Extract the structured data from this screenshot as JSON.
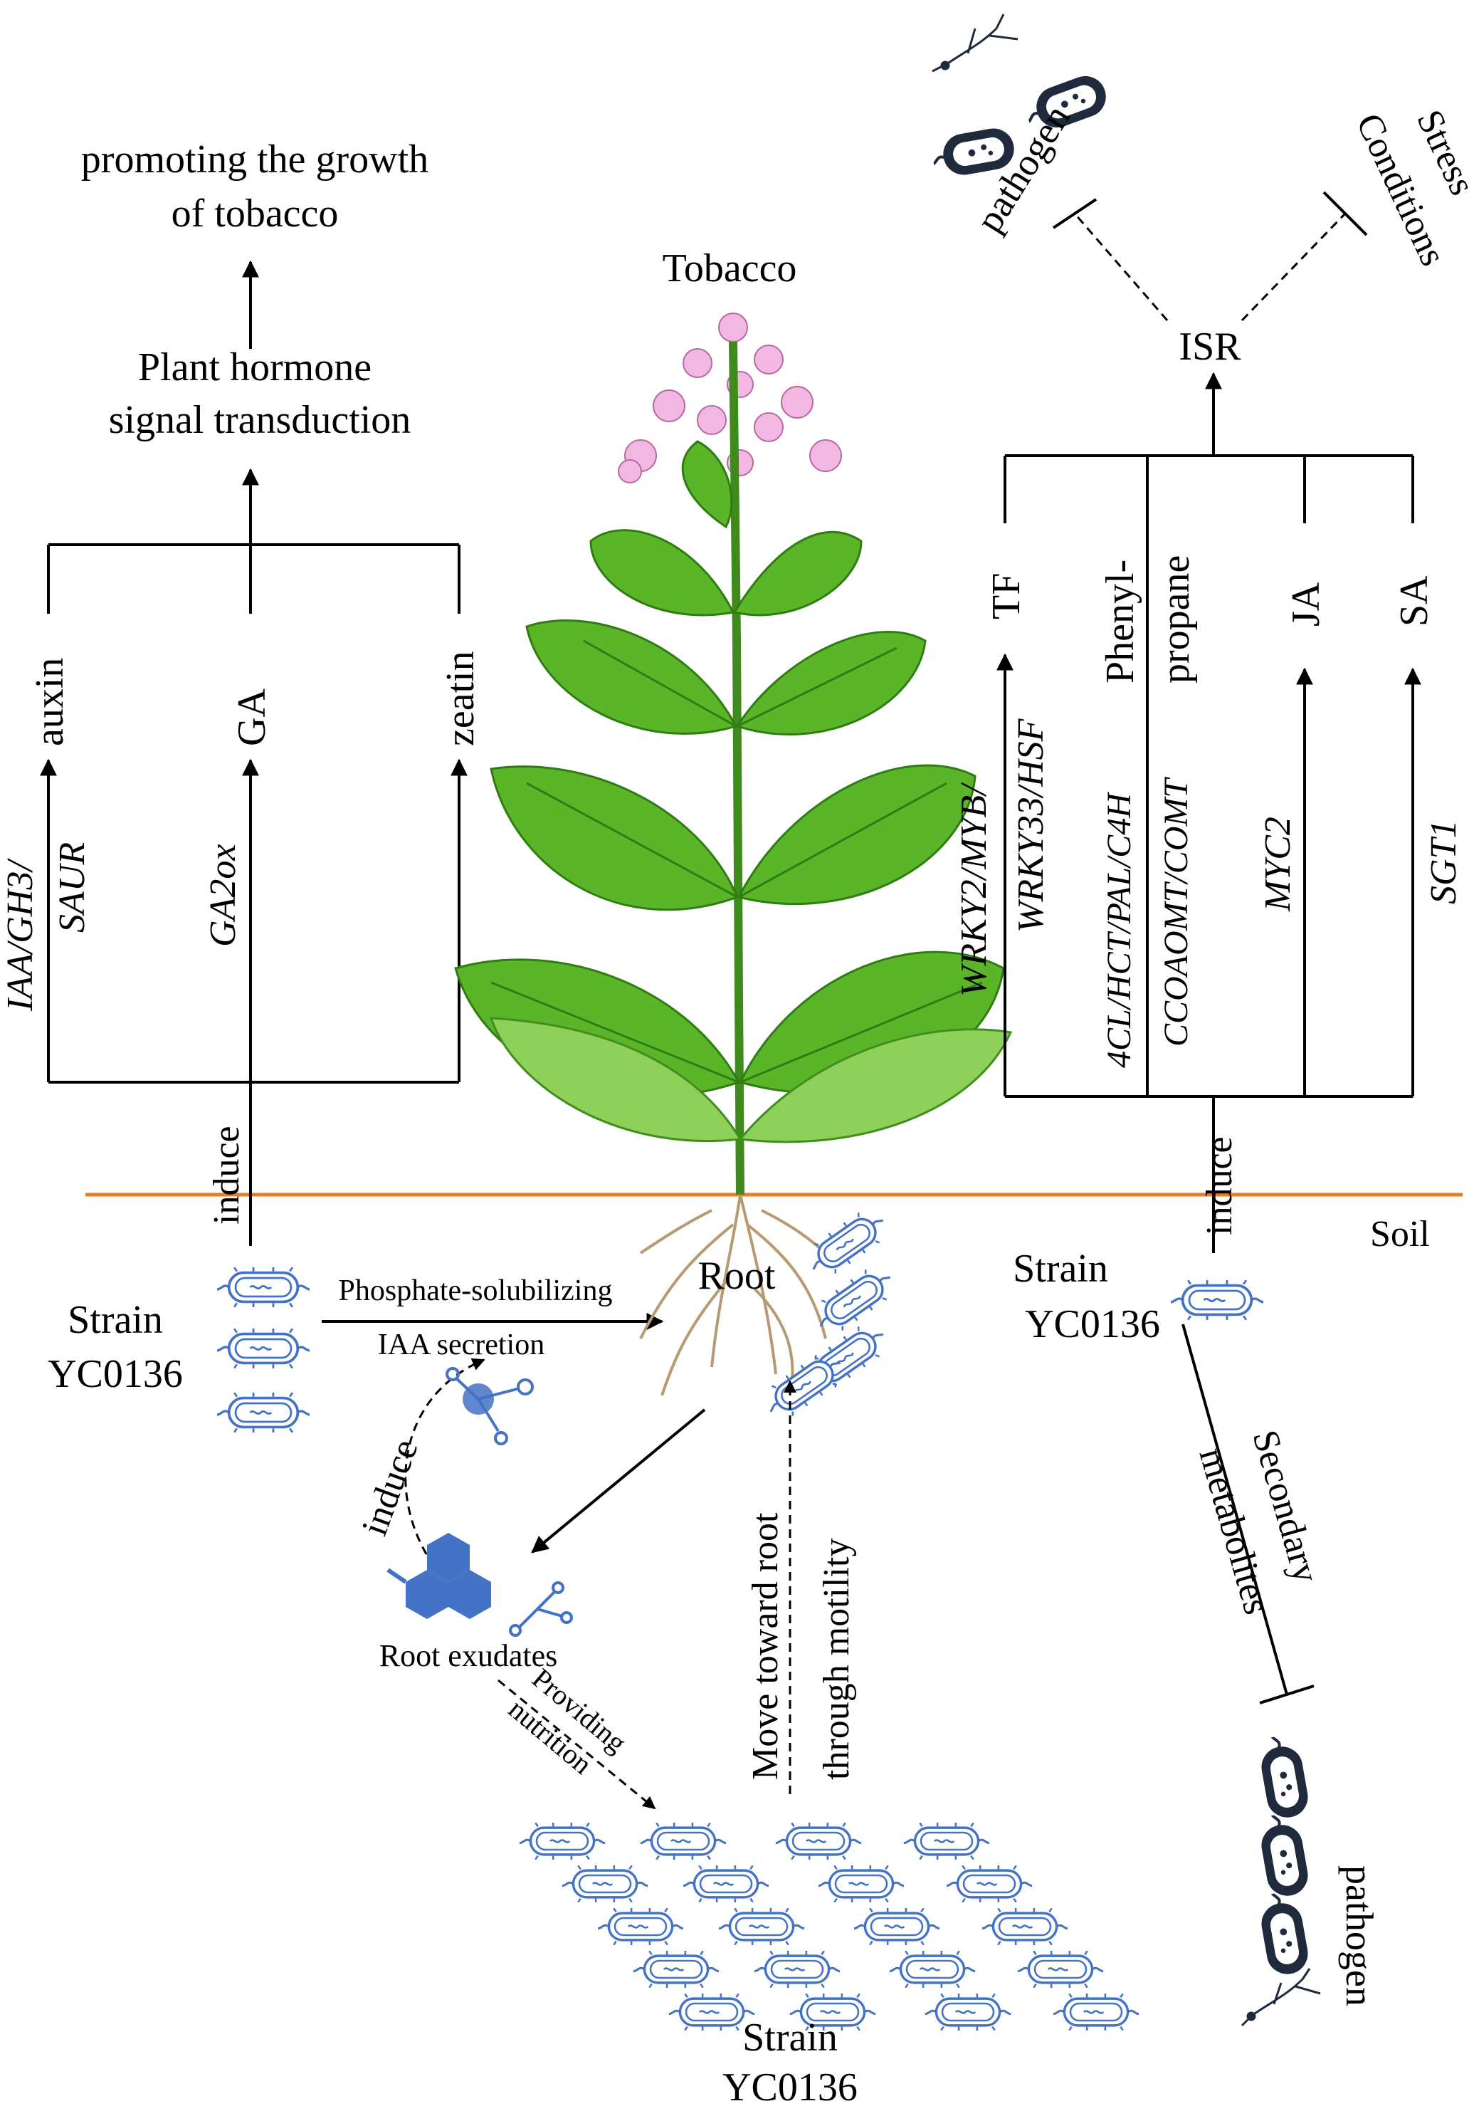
{
  "colors": {
    "soil_line": "#e67e22",
    "strain_blue": "#4472c4",
    "pathogen_dark": "#1f2a3c",
    "leaf_green": "#5bb528",
    "flower_pink": "#f2b8e2"
  },
  "left": {
    "outcome_line1": "promoting the growth",
    "outcome_line2": "of tobacco",
    "pathway_line1": "Plant hormone",
    "pathway_line2": "signal transduction",
    "hormones": [
      "auxin",
      "GA",
      "zeatin"
    ],
    "genes": [
      "IAA/GH3/",
      "SAUR",
      "GA2ox"
    ],
    "induce": "induce",
    "strain_line1": "Strain",
    "strain_line2": "YC0136",
    "arrow_label1": "Phosphate-solubilizing",
    "arrow_label2": "IAA secretion"
  },
  "center": {
    "plant_title": "Tobacco",
    "root_label": "Root",
    "root_exudates": "Root exudates",
    "induce": "induce",
    "providing1": "Providing",
    "providing2": "nutrition",
    "move1": "Move toward root",
    "move2": "through  motility",
    "strain_line1": "Strain",
    "strain_line2": "YC0136"
  },
  "right": {
    "stress1": "Stress",
    "stress2": "Conditions",
    "pathogen": "pathogen",
    "isr": "ISR",
    "branches": [
      "TF",
      "Phenyl-",
      "propane",
      "JA",
      "SA"
    ],
    "genes": [
      "WRKY2/MYB/",
      "WRKY33/HSF",
      "4CL/HCT/PAL/C4H",
      "CCOAOMT/COMT",
      "MYC2",
      "SGT1"
    ],
    "induce": "induce",
    "strain_line1": "Strain",
    "strain_line2": "YC0136",
    "secondary1": "Secondary",
    "secondary2": "metabolites",
    "pathogen_bottom": "pathogen"
  },
  "soil_label": "Soil"
}
